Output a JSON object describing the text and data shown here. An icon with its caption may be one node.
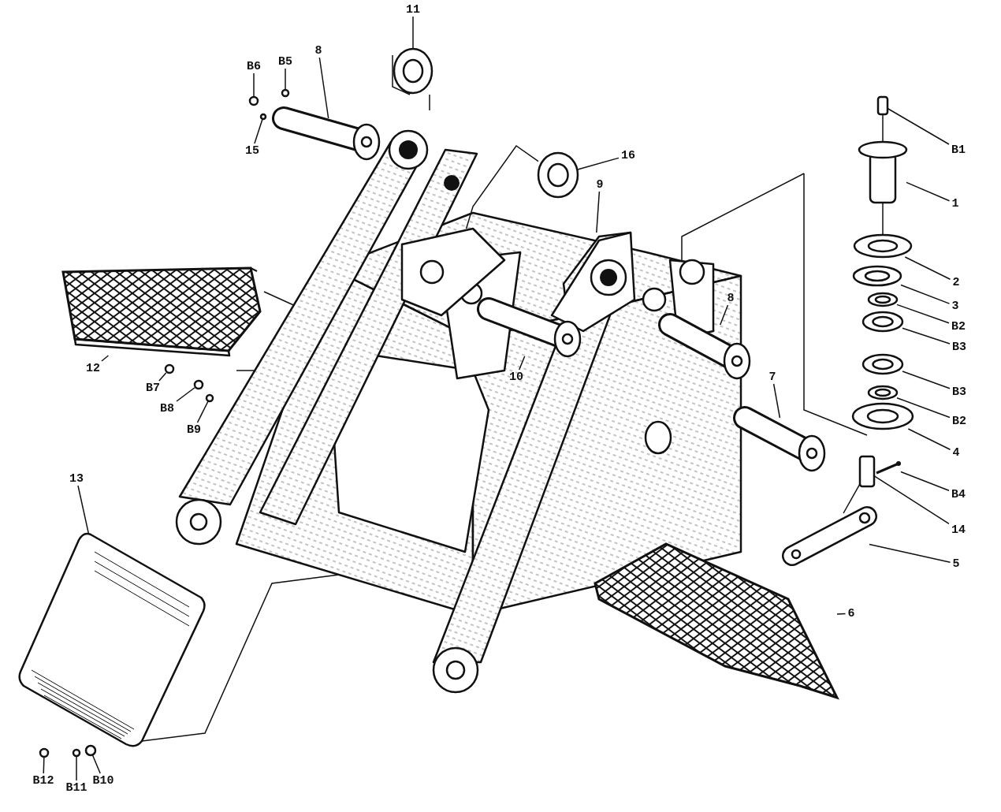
{
  "diagram": {
    "nodes": [
      {
        "text": [
          "11"
        ]
      },
      {
        "text": [
          "B6"
        ]
      },
      {
        "text": [
          "B5"
        ]
      },
      {
        "text": [
          "8"
        ]
      },
      {
        "text": [
          "15"
        ]
      },
      {
        "text": [
          "16"
        ]
      },
      {
        "text": [
          "B1"
        ]
      },
      {
        "text": [
          "1"
        ]
      },
      {
        "text": [
          "9"
        ]
      },
      {
        "text": [
          "2"
        ]
      },
      {
        "text": [
          "3"
        ]
      },
      {
        "text": [
          "B2"
        ]
      },
      {
        "text": [
          "B3"
        ]
      },
      {
        "text": [
          "12"
        ]
      },
      {
        "text": [
          "B7"
        ]
      },
      {
        "text": [
          "B8"
        ]
      },
      {
        "text": [
          "B9"
        ]
      },
      {
        "text": [
          "10"
        ]
      },
      {
        "text": [
          "8"
        ]
      },
      {
        "text": [
          "7"
        ]
      },
      {
        "text": [
          "B3"
        ]
      },
      {
        "text": [
          "B2"
        ]
      },
      {
        "text": [
          "4"
        ]
      },
      {
        "text": [
          "B4"
        ]
      },
      {
        "text": [
          "14"
        ]
      },
      {
        "text": [
          "5"
        ]
      },
      {
        "text": [
          "13"
        ]
      },
      {
        "text": [
          "6"
        ]
      },
      {
        "text": [
          "B12"
        ]
      },
      {
        "text": [
          "B11"
        ]
      },
      {
        "text": [
          "B10"
        ]
      },
      {
        "text": [],
        "shape": "picture"
      },
      {
        "text": [],
        "shape": "circle"
      },
      {
        "text": [],
        "shape": "circle"
      },
      {
        "text": [],
        "shape": "picture"
      },
      {
        "text": [],
        "shape": "circle"
      },
      {
        "text": [],
        "shape": "picture"
      },
      {
        "text": [],
        "shape": "box"
      },
      {
        "text": [],
        "shape": "picture"
      },
      {
        "text": [],
        "shape": "picture"
      },
      {
        "text": [],
        "shape": "picture"
      },
      {
        "text": [],
        "shape": "picture"
      },
      {
        "text": [],
        "shape": "picture"
      },
      {
        "text": [],
        "shape": "picture"
      },
      {
        "text": [],
        "shape": "picture"
      },
      {
        "text": [],
        "shape": "circle"
      },
      {
        "text": [],
        "shape": "circle"
      },
      {
        "text": [],
        "shape": "circle"
      },
      {
        "text": [],
        "shape": "picture"
      },
      {
        "text": [],
        "shape": "picture"
      },
      {
        "text": [],
        "shape": "picture"
      },
      {
        "text": [],
        "shape": "picture"
      },
      {
        "text": [],
        "shape": "picture"
      },
      {
        "text": [],
        "shape": "picture"
      },
      {
        "text": [],
        "shape": "picture"
      },
      {
        "text": [],
        "shape": "box"
      },
      {
        "text": [],
        "shape": "picture"
      },
      {
        "text": [],
        "shape": "picture"
      },
      {
        "text": [],
        "shape": "picture"
      },
      {
        "text": [],
        "shape": "circle"
      },
      {
        "text": [],
        "shape": "circle"
      },
      {
        "text": [],
        "shape": "circle"
      },
      {
        "text": [],
        "shape": "picture"
      }
    ],
    "edges": [
      {
        "from": 0,
        "to": 31,
        "arrow": "none"
      },
      {
        "from": 1,
        "to": 32,
        "arrow": "none"
      },
      {
        "from": 2,
        "to": 33,
        "arrow": "none"
      },
      {
        "from": 3,
        "to": 34,
        "arrow": "none"
      },
      {
        "from": 4,
        "to": 35,
        "arrow": "none"
      },
      {
        "from": 5,
        "to": 36,
        "arrow": "none"
      },
      {
        "from": 6,
        "to": 37,
        "arrow": "none"
      },
      {
        "from": 7,
        "to": 38,
        "arrow": "none"
      },
      {
        "from": 8,
        "to": 39,
        "arrow": "none"
      },
      {
        "from": 9,
        "to": 40,
        "arrow": "none"
      },
      {
        "from": 10,
        "to": 41,
        "arrow": "none"
      },
      {
        "from": 11,
        "to": 42,
        "arrow": "none"
      },
      {
        "from": 12,
        "to": 43,
        "arrow": "none"
      },
      {
        "from": 13,
        "to": 44,
        "arrow": "none"
      },
      {
        "from": 14,
        "to": 45,
        "arrow": "none"
      },
      {
        "from": 15,
        "to": 46,
        "arrow": "none"
      },
      {
        "from": 16,
        "to": 47,
        "arrow": "none"
      },
      {
        "from": 17,
        "to": 48,
        "arrow": "none"
      },
      {
        "from": 18,
        "to": 49,
        "arrow": "none"
      },
      {
        "from": 19,
        "to": 50,
        "arrow": "none"
      },
      {
        "from": 20,
        "to": 51,
        "arrow": "none"
      },
      {
        "from": 21,
        "to": 52,
        "arrow": "none"
      },
      {
        "from": 22,
        "to": 53,
        "arrow": "none"
      },
      {
        "from": 23,
        "to": 54,
        "arrow": "none"
      },
      {
        "from": 24,
        "to": 55,
        "arrow": "none"
      },
      {
        "from": 25,
        "to": 56,
        "arrow": "none"
      },
      {
        "from": 26,
        "to": 57,
        "arrow": "none"
      },
      {
        "from": 27,
        "to": 58,
        "arrow": "none"
      },
      {
        "from": 28,
        "to": 59,
        "arrow": "none"
      },
      {
        "from": 29,
        "to": 60,
        "arrow": "none"
      },
      {
        "from": 30,
        "to": 61,
        "arrow": "none"
      },
      {
        "from": 37,
        "to": 38,
        "arrow": "none"
      },
      {
        "from": 38,
        "to": 40,
        "arrow": "none"
      },
      {
        "from": 55,
        "to": 56,
        "arrow": "none"
      },
      {
        "from": 36,
        "to": 62,
        "arrow": "none"
      }
    ]
  }
}
